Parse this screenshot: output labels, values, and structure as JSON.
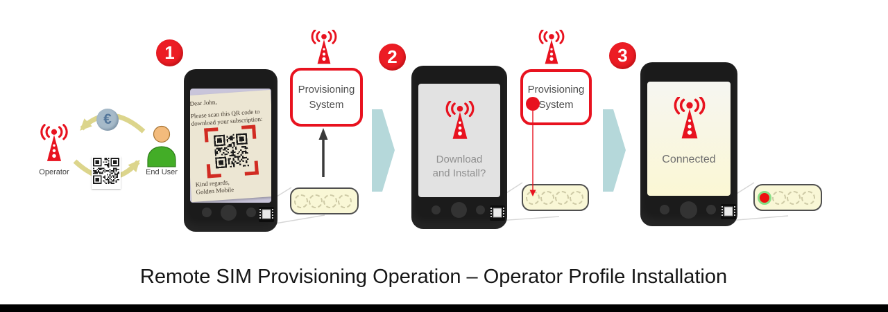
{
  "title": "Remote SIM Provisioning Operation – Operator Profile Installation",
  "badges": [
    "1",
    "2",
    "3"
  ],
  "cycle": {
    "operator_label": "Operator",
    "end_user_label": "End User",
    "euro_symbol": "€"
  },
  "provisioning_box": {
    "line1": "Provisioning",
    "line2": "System"
  },
  "letter": {
    "greeting": "Dear John,",
    "line1": "Please scan this QR code to",
    "line2": "download your subscription:",
    "closing": "Kind regards,",
    "signature": "Golden Mobile"
  },
  "phone2_screen": {
    "line1": "Download",
    "line2": "and Install?"
  },
  "phone3_screen": {
    "text": "Connected"
  },
  "icons": {
    "antenna": "radio-tower-icon",
    "chip": "sim-chip-icon",
    "qr": "qr-code-icon",
    "euro": "euro-coin-icon",
    "person": "end-user-icon"
  },
  "colors": {
    "accent_red": "#e8121f",
    "chevron_teal": "#b5d8da",
    "slot_cream": "#f9f7d6",
    "arrow_yellow": "#dcd58c",
    "screen_lavender": "#c9c5da",
    "profile_installed_fill": "#ee0f0f",
    "profile_installed_ring": "#86df86"
  }
}
